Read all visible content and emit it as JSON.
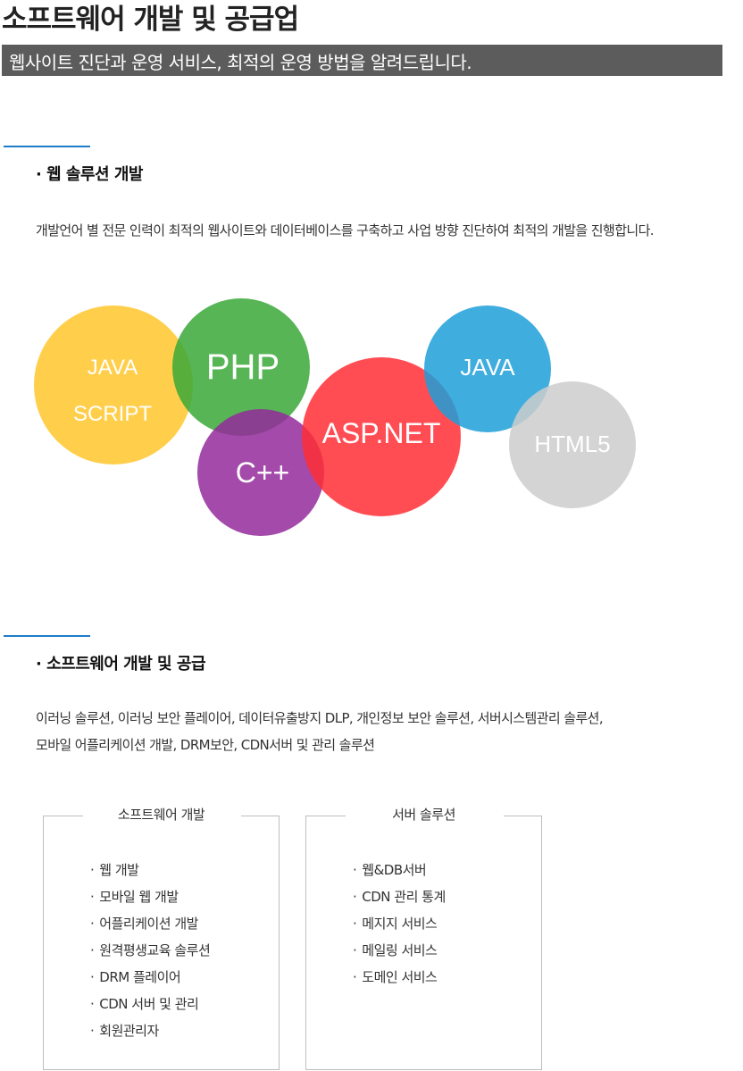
{
  "header": {
    "title": "소프트웨어 개발 및 공급업",
    "subtitle": "웹사이트 진단과 운영 서비스, 최적의 운영 방법을 알려드립니다."
  },
  "section1": {
    "title": "· 웹 솔루션 개발",
    "description": "개발언어 별 전문 인력이 최적의 웹사이트와 데이터베이스를 구축하고 사업 방향 진단하여 최적의 개발을 진행합니다."
  },
  "bubbles": [
    {
      "name": "javascript",
      "lines": [
        "JAVA",
        "SCRIPT"
      ],
      "color": "#ffc62b"
    },
    {
      "name": "php",
      "lines": [
        "PHP"
      ],
      "color": "#3aa838"
    },
    {
      "name": "cpp",
      "lines": [
        "C++"
      ],
      "color": "#932a9b"
    },
    {
      "name": "aspnet",
      "lines": [
        "ASP.NET"
      ],
      "color": "#ff2e35"
    },
    {
      "name": "java",
      "lines": [
        "JAVA"
      ],
      "color": "#1e9fd9"
    },
    {
      "name": "html5",
      "lines": [
        "HTML5"
      ],
      "color": "#cccccc"
    }
  ],
  "section2": {
    "title": "· 소프트웨어 개발 및 공급",
    "description_line1": "이러닝 솔루션, 이러닝 보안 플레이어, 데이터유출방지 DLP, 개인정보 보안 솔루션, 서버시스템관리 솔루션,",
    "description_line2": "모바일 어플리케이션 개발, DRM보안, CDN서버 및 관리 솔루션"
  },
  "boxes": [
    {
      "title": "소프트웨어 개발",
      "items": [
        "웹 개발",
        "모바일 웹 개발",
        "어플리케이션 개발",
        "원격평생교육 솔루션",
        "DRM 플레이어",
        "CDN 서버 및 관리",
        "회원관리자"
      ]
    },
    {
      "title": "서버 솔루션",
      "items": [
        "웹&DB서버",
        "CDN 관리 통계",
        "메지지 서비스",
        "메일링 서비스",
        "도메인 서비스"
      ]
    }
  ]
}
